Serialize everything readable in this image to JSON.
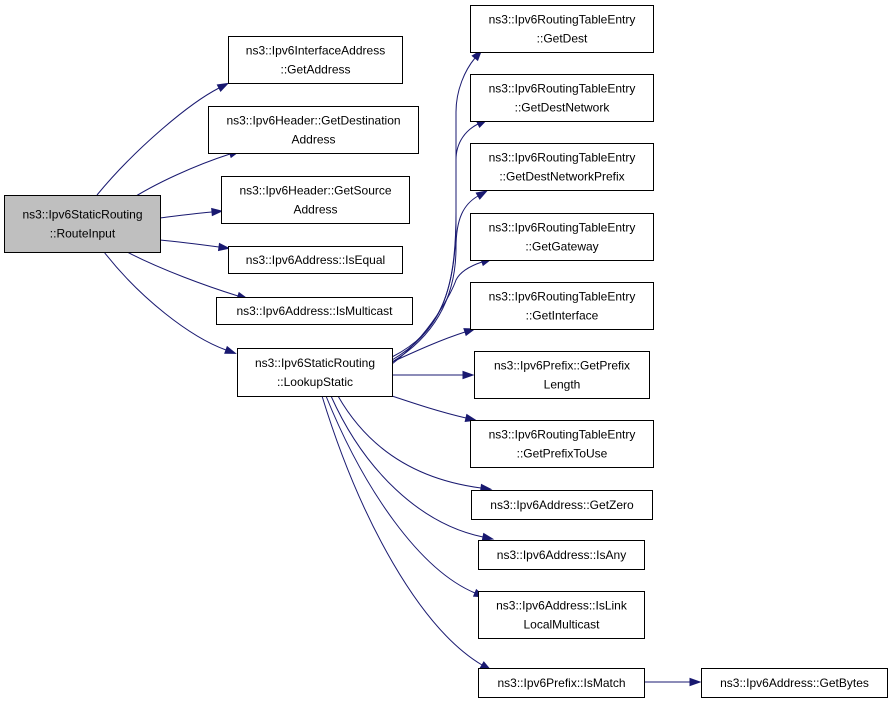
{
  "nodes": [
    {
      "id": "route_input",
      "lines": [
        "ns3::Ipv6StaticRouting",
        "::RouteInput"
      ],
      "highlight": true
    },
    {
      "id": "ifaddr_getaddress",
      "lines": [
        "ns3::Ipv6InterfaceAddress",
        "::GetAddress"
      ]
    },
    {
      "id": "header_getdestination",
      "lines": [
        "ns3::Ipv6Header::GetDestination",
        "Address"
      ]
    },
    {
      "id": "header_getsource",
      "lines": [
        "ns3::Ipv6Header::GetSource",
        "Address"
      ]
    },
    {
      "id": "addr_isequal",
      "lines": [
        "ns3::Ipv6Address::IsEqual"
      ]
    },
    {
      "id": "addr_ismulticast",
      "lines": [
        "ns3::Ipv6Address::IsMulticast"
      ]
    },
    {
      "id": "lookup_static",
      "lines": [
        "ns3::Ipv6StaticRouting",
        "::LookupStatic"
      ]
    },
    {
      "id": "rte_getdest",
      "lines": [
        "ns3::Ipv6RoutingTableEntry",
        "::GetDest"
      ]
    },
    {
      "id": "rte_getdestnetwork",
      "lines": [
        "ns3::Ipv6RoutingTableEntry",
        "::GetDestNetwork"
      ]
    },
    {
      "id": "rte_getdestnetworkprefix",
      "lines": [
        "ns3::Ipv6RoutingTableEntry",
        "::GetDestNetworkPrefix"
      ]
    },
    {
      "id": "rte_getgateway",
      "lines": [
        "ns3::Ipv6RoutingTableEntry",
        "::GetGateway"
      ]
    },
    {
      "id": "rte_getinterface",
      "lines": [
        "ns3::Ipv6RoutingTableEntry",
        "::GetInterface"
      ]
    },
    {
      "id": "prefix_getprefixlength",
      "lines": [
        "ns3::Ipv6Prefix::GetPrefix",
        "Length"
      ]
    },
    {
      "id": "rte_getprefixtouse",
      "lines": [
        "ns3::Ipv6RoutingTableEntry",
        "::GetPrefixToUse"
      ]
    },
    {
      "id": "addr_getzero",
      "lines": [
        "ns3::Ipv6Address::GetZero"
      ]
    },
    {
      "id": "addr_isany",
      "lines": [
        "ns3::Ipv6Address::IsAny"
      ]
    },
    {
      "id": "addr_islinklocalmulticast",
      "lines": [
        "ns3::Ipv6Address::IsLink",
        "LocalMulticast"
      ]
    },
    {
      "id": "prefix_ismatch",
      "lines": [
        "ns3::Ipv6Prefix::IsMatch"
      ]
    },
    {
      "id": "addr_getbytes",
      "lines": [
        "ns3::Ipv6Address::GetBytes"
      ]
    }
  ],
  "edges": [
    {
      "from": "route_input",
      "to": "ifaddr_getaddress"
    },
    {
      "from": "route_input",
      "to": "header_getdestination"
    },
    {
      "from": "route_input",
      "to": "header_getsource"
    },
    {
      "from": "route_input",
      "to": "addr_isequal"
    },
    {
      "from": "route_input",
      "to": "addr_ismulticast"
    },
    {
      "from": "route_input",
      "to": "lookup_static"
    },
    {
      "from": "lookup_static",
      "to": "rte_getdest"
    },
    {
      "from": "lookup_static",
      "to": "rte_getdestnetwork"
    },
    {
      "from": "lookup_static",
      "to": "rte_getdestnetworkprefix"
    },
    {
      "from": "lookup_static",
      "to": "rte_getgateway"
    },
    {
      "from": "lookup_static",
      "to": "rte_getinterface"
    },
    {
      "from": "lookup_static",
      "to": "prefix_getprefixlength"
    },
    {
      "from": "lookup_static",
      "to": "rte_getprefixtouse"
    },
    {
      "from": "lookup_static",
      "to": "addr_getzero"
    },
    {
      "from": "lookup_static",
      "to": "addr_isany"
    },
    {
      "from": "lookup_static",
      "to": "addr_islinklocalmulticast"
    },
    {
      "from": "lookup_static",
      "to": "prefix_ismatch"
    },
    {
      "from": "prefix_ismatch",
      "to": "addr_getbytes"
    }
  ],
  "colors": {
    "edge": "#191970",
    "highlight_fill": "#bfbfbf",
    "node_fill": "#ffffff",
    "border": "#000000"
  }
}
